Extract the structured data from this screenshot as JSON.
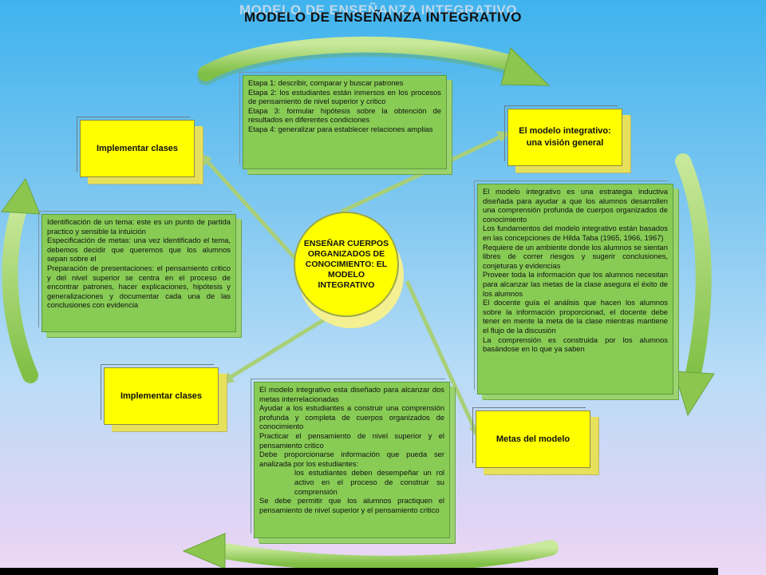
{
  "diagram": {
    "title": "MODELO DE ENSEÑANZA INTEGRATIVO",
    "center": "ENSEÑAR CUERPOS ORGANIZADOS DE CONOCIMIENTO: EL MODELO INTEGRATIVO",
    "yellow_boxes": {
      "implementar_top": "Implementar clases",
      "vision_general": "El modelo integrativo: una visión general",
      "implementar_bottom": "Implementar clases",
      "metas": "Metas del modelo"
    },
    "green_boxes": {
      "etapas": [
        "Etapa 1: describir, comparar y buscar patrones",
        "Etapa 2: los estudiantes están inmersos en los procesos de pensamiento de nivel superior y critico",
        "Etapa 3: formular hipótesis sobre la obtención de resultados en diferentes condiciones",
        "Etapa 4: generalizar para establecer relaciones amplias"
      ],
      "planificacion": [
        "Identificación de un tema: este es un punto de partida practico y sensible la intuición",
        "Especificación de metas: una vez identificado el tema, debemos decidir que queremos que los alumnos sepan sobre el",
        "Preparación de presentaciones: el pensamiento critico y del nivel superior se centra en el proceso de encontrar patrones, hacer explicaciones, hipótesis y generalizaciones y documentar cada una de las conclusiones con evidencia"
      ],
      "vision": [
        "El modelo integrativo es una estrategia inductiva diseñada para ayudar a que los alumnos desarrollen una comprensión profunda de cuerpos organizados de conocimiento",
        "Los fundamentos del modelo integrativo están basados en las concepciones de Hilda Taba (1965, 1966, 1967)",
        "Requiere de un ambiente donde los alumnos se sientan libres de correr riesgos y sugerir conclusiones, conjeturas y evidencias",
        "Proveer toda la información que los alumnos necesitan para alcanzar las metas de la clase asegura el éxito de los alumnos",
        "El docente guía el análisis que hacen los alumnos sobre la información proporcionad, el docente debe tener en mente la meta de la clase mientras mantiene el flujo de la discusión",
        "La comprensión es construida por los alumnos basándose en lo que ya saben"
      ],
      "metas": [
        "El modelo integrativo esta diseñado para alcanzar dos metas interrelacionadas",
        "Ayudar a los estudiantes a construir una comprensión profunda y completa de cuerpos organizados de conocimiento",
        "Practicar el pensamiento de nivel superior y el pensamiento critico",
        "Debe proporcionarse información que pueda ser analizada por los estudiantes:",
        "los estudiantes deben desempeñar un rol activo en el proceso de construir su comprensión",
        "Se debe permitir que los alumnos practiquen el pensamiento de nivel superior y el pensamiento critico"
      ]
    }
  },
  "colors": {
    "yellow": "#ffff00",
    "green": "#88cc55",
    "cycle_arrow": "#9ccf5e",
    "connector": "#a9cf78"
  }
}
